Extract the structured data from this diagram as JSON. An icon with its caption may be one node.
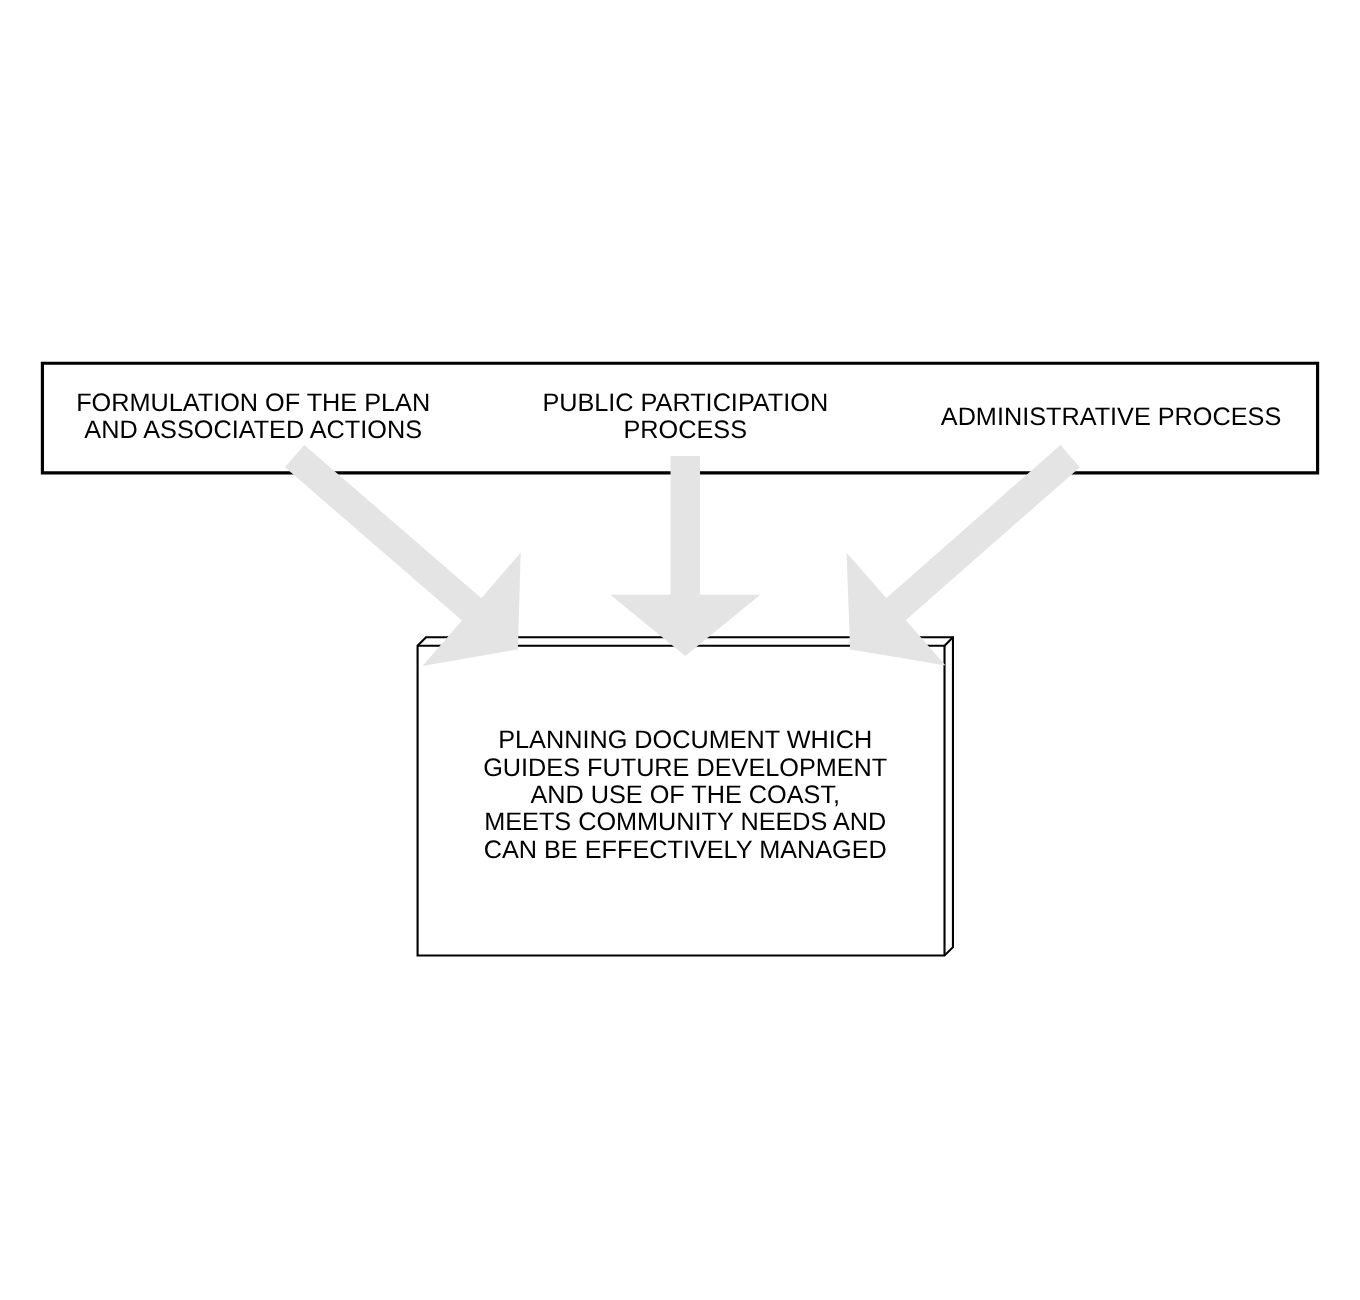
{
  "diagram": {
    "nodes": [
      {
        "text": [],
        "shape": "box"
      },
      {
        "text": [
          "FORMULATION OF THE PLAN AND ASSOCIATED ACTIONS"
        ],
        "in": 0
      },
      {
        "text": [
          "PUBLIC PARTICIPATION PROCESS"
        ],
        "in": 0
      },
      {
        "text": [
          "ADMINISTRATIVE PROCESS"
        ],
        "in": 0
      },
      {
        "text": [
          "PLANNING DOCUMENT WHICH GUIDES FUTURE DEVELOPMENT AND USE OF THE COAST, MEETS COMMUNITY NEEDS AND CAN BE EFFECTIVELY MANAGED"
        ]
      }
    ],
    "edges": [
      {
        "from": 1,
        "to": 4,
        "arrow": "to"
      },
      {
        "from": 2,
        "to": 4,
        "arrow": "to"
      },
      {
        "from": 3,
        "to": 4,
        "arrow": "to"
      }
    ]
  }
}
